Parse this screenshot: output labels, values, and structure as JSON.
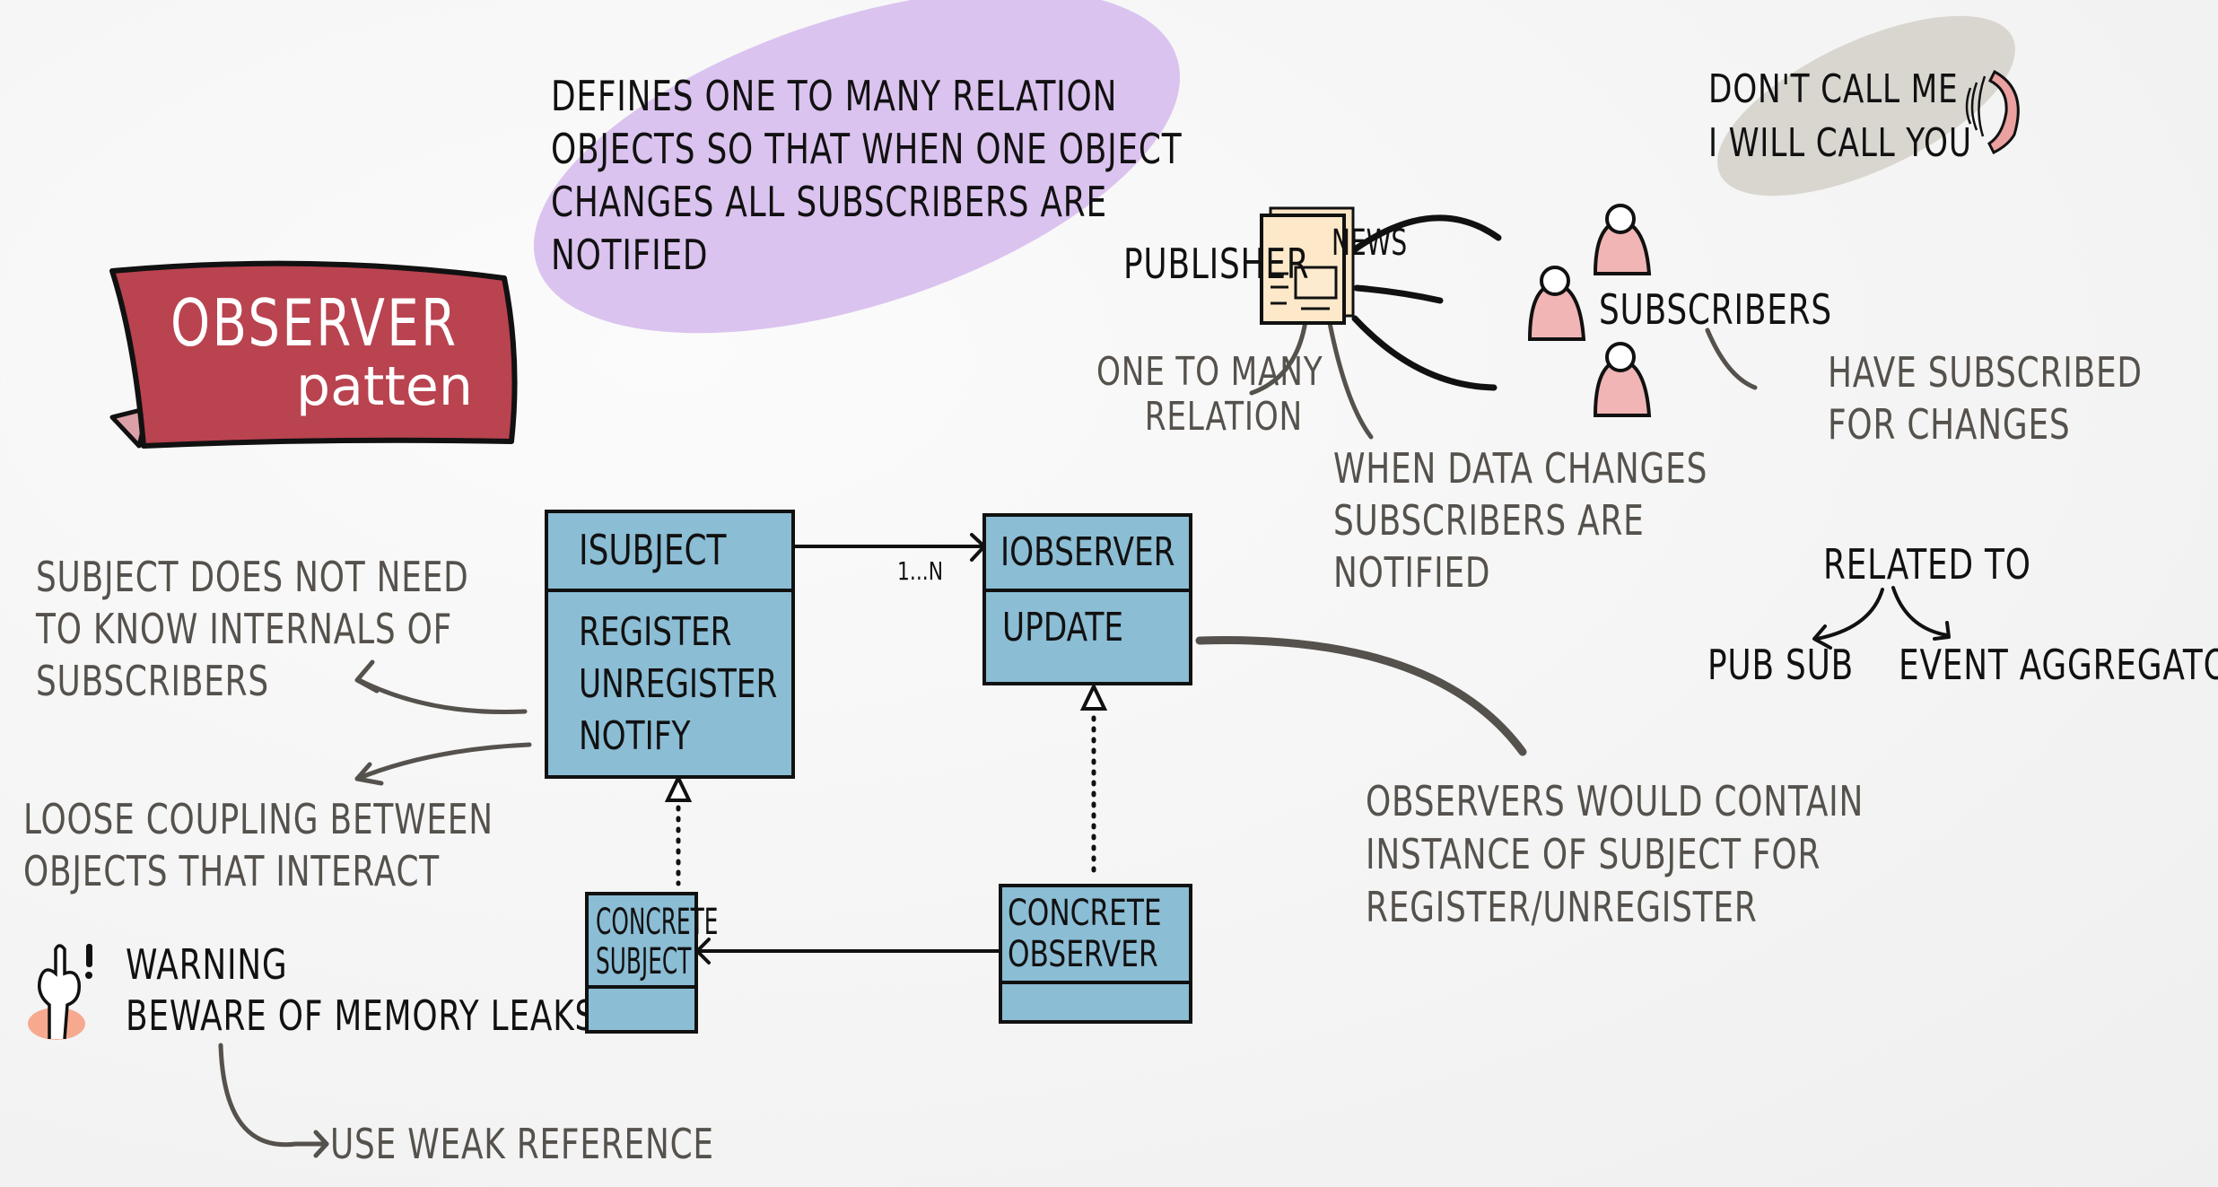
{
  "title_banner": {
    "title": "OBSERVER",
    "subtitle": "patten",
    "color": "#b9434f"
  },
  "definition": {
    "lines": [
      "DEFINES ONE TO MANY RELATION",
      "OBJECTS SO THAT WHEN ONE OBJECT",
      "CHANGES ALL SUBSCRIBERS ARE",
      "NOTIFIED"
    ],
    "blob_color": "#dbc3ef"
  },
  "hollywood": {
    "lines": [
      "DON'T CALL ME",
      "I WILL CALL YOU"
    ],
    "blob_color": "#d9d6d0",
    "icon": "phone-ringing-icon"
  },
  "publisher_section": {
    "publisher_label": "PUBLISHER",
    "newspaper_label": "NEWS",
    "subscribers_label": "SUBSCRIBERS",
    "one_to_many": [
      "ONE TO MANY",
      "RELATION"
    ],
    "when_data_changes": [
      "WHEN DATA CHANGES",
      "SUBSCRIBERS ARE",
      "NOTIFIED"
    ],
    "have_subscribed": [
      "HAVE SUBSCRIBED",
      "FOR CHANGES"
    ]
  },
  "related": {
    "label": "RELATED TO",
    "items": [
      "PUB SUB",
      "EVENT AGGREGATOR"
    ]
  },
  "uml": {
    "isubject": {
      "name": "ISUBJECT",
      "methods": [
        "REGISTER",
        "UNREGISTER",
        "NOTIFY"
      ]
    },
    "iobserver": {
      "name": "IOBSERVER",
      "methods": [
        "UPDATE"
      ]
    },
    "concrete_subject": {
      "name_lines": [
        "CONCRETE",
        "SUBJECT"
      ]
    },
    "concrete_observer": {
      "name_lines": [
        "CONCRETE",
        "OBSERVER"
      ]
    },
    "multiplicity": "1...N",
    "box_color": "#8bbdd4"
  },
  "notes": {
    "subject_not_need": [
      "SUBJECT DOES NOT NEED",
      "TO KNOW INTERNALS OF",
      "SUBSCRIBERS"
    ],
    "loose_coupling": [
      "LOOSE COUPLING BETWEEN",
      "OBJECTS THAT INTERACT"
    ],
    "observers_contain": [
      "OBSERVERS WOULD CONTAIN",
      "INSTANCE OF SUBJECT FOR",
      "REGISTER/UNREGISTER"
    ]
  },
  "warning": {
    "title": "WARNING",
    "text": "BEWARE OF MEMORY LEAKS",
    "tip": "USE WEAK REFERENCE",
    "icon": "pointing-finger-warning-icon"
  }
}
